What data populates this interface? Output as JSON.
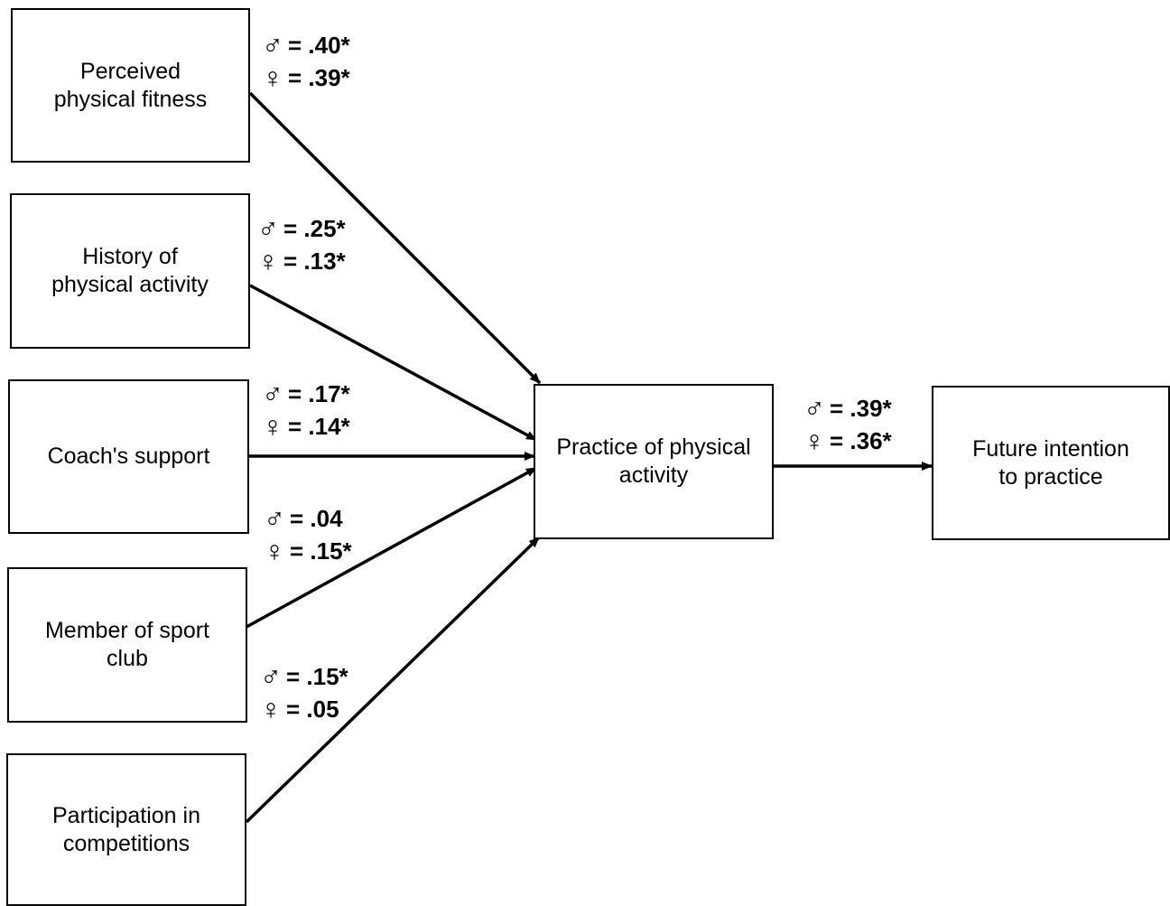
{
  "nodes": {
    "perceived_fitness": "Perceived\nphysical fitness",
    "history_activity": "History of\nphysical activity",
    "coach_support": "Coach's support",
    "sport_club": "Member of sport\nclub",
    "competitions": "Participation in\ncompetitions",
    "practice": "Practice of physical\nactivity",
    "future_intention": "Future intention\nto practice"
  },
  "coefficients": {
    "male_symbol": "♂",
    "female_symbol": "♀",
    "perceived_fitness": {
      "male": "= .40*",
      "female": "= .39*"
    },
    "history_activity": {
      "male": "= .25*",
      "female": "= .13*"
    },
    "coach_support": {
      "male": "= .17*",
      "female": "= .14*"
    },
    "sport_club": {
      "male": "= .04",
      "female": "= .15*"
    },
    "competitions": {
      "male": "= .15*",
      "female": "= .05"
    },
    "practice_to_intention": {
      "male": "= .39*",
      "female": "= .36*"
    }
  }
}
